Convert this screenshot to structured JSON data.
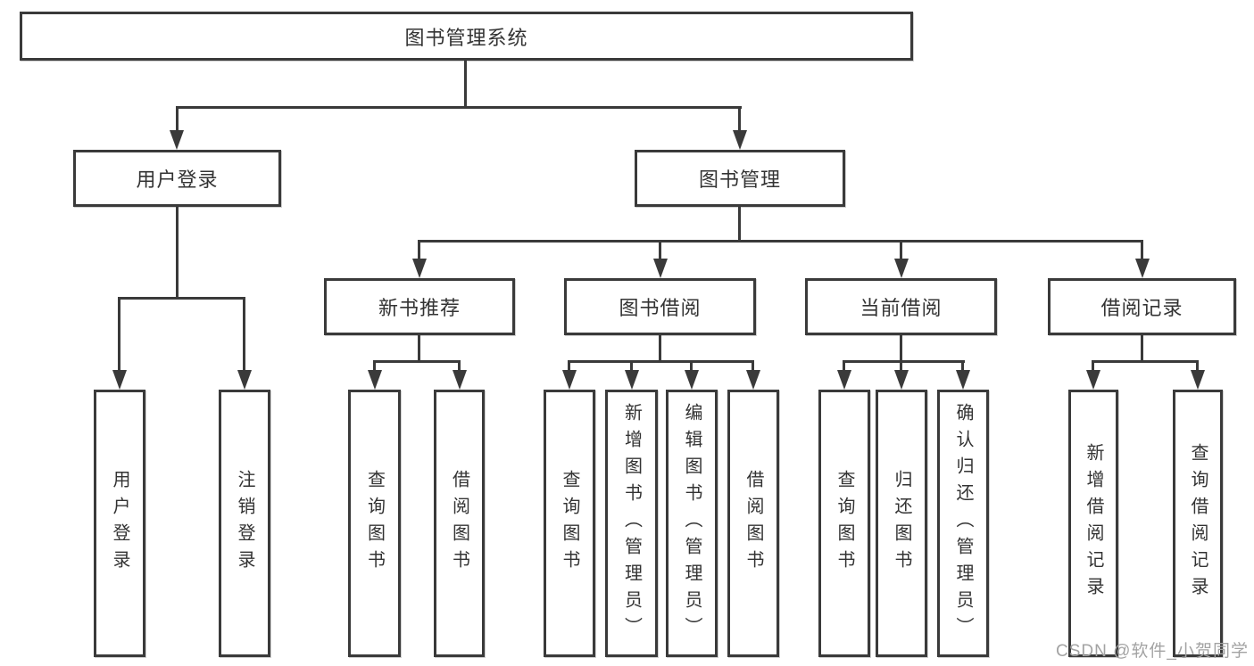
{
  "tree": {
    "root": "图书管理系统",
    "children": [
      {
        "label": "用户登录",
        "children": [
          "用户登录",
          "注销登录"
        ]
      },
      {
        "label": "图书管理",
        "children": [
          {
            "label": "新书推荐",
            "children": [
              "查询图书",
              "借阅图书"
            ]
          },
          {
            "label": "图书借阅",
            "children": [
              "查询图书",
              "新增图书（管理员）",
              "编辑图书（管理员）",
              "借阅图书"
            ]
          },
          {
            "label": "当前借阅",
            "children": [
              "查询图书",
              "归还图书",
              "确认归还（管理员）"
            ]
          },
          {
            "label": "借阅记录",
            "children": [
              "新增借阅记录",
              "查询借阅记录"
            ]
          }
        ]
      }
    ]
  },
  "watermark": {
    "text": "CSDN @软件_小贺同学"
  },
  "colors": {
    "line": "#3a3a3a",
    "text": "#333333",
    "background": "#ffffff",
    "watermark": "#a3a3a3"
  }
}
